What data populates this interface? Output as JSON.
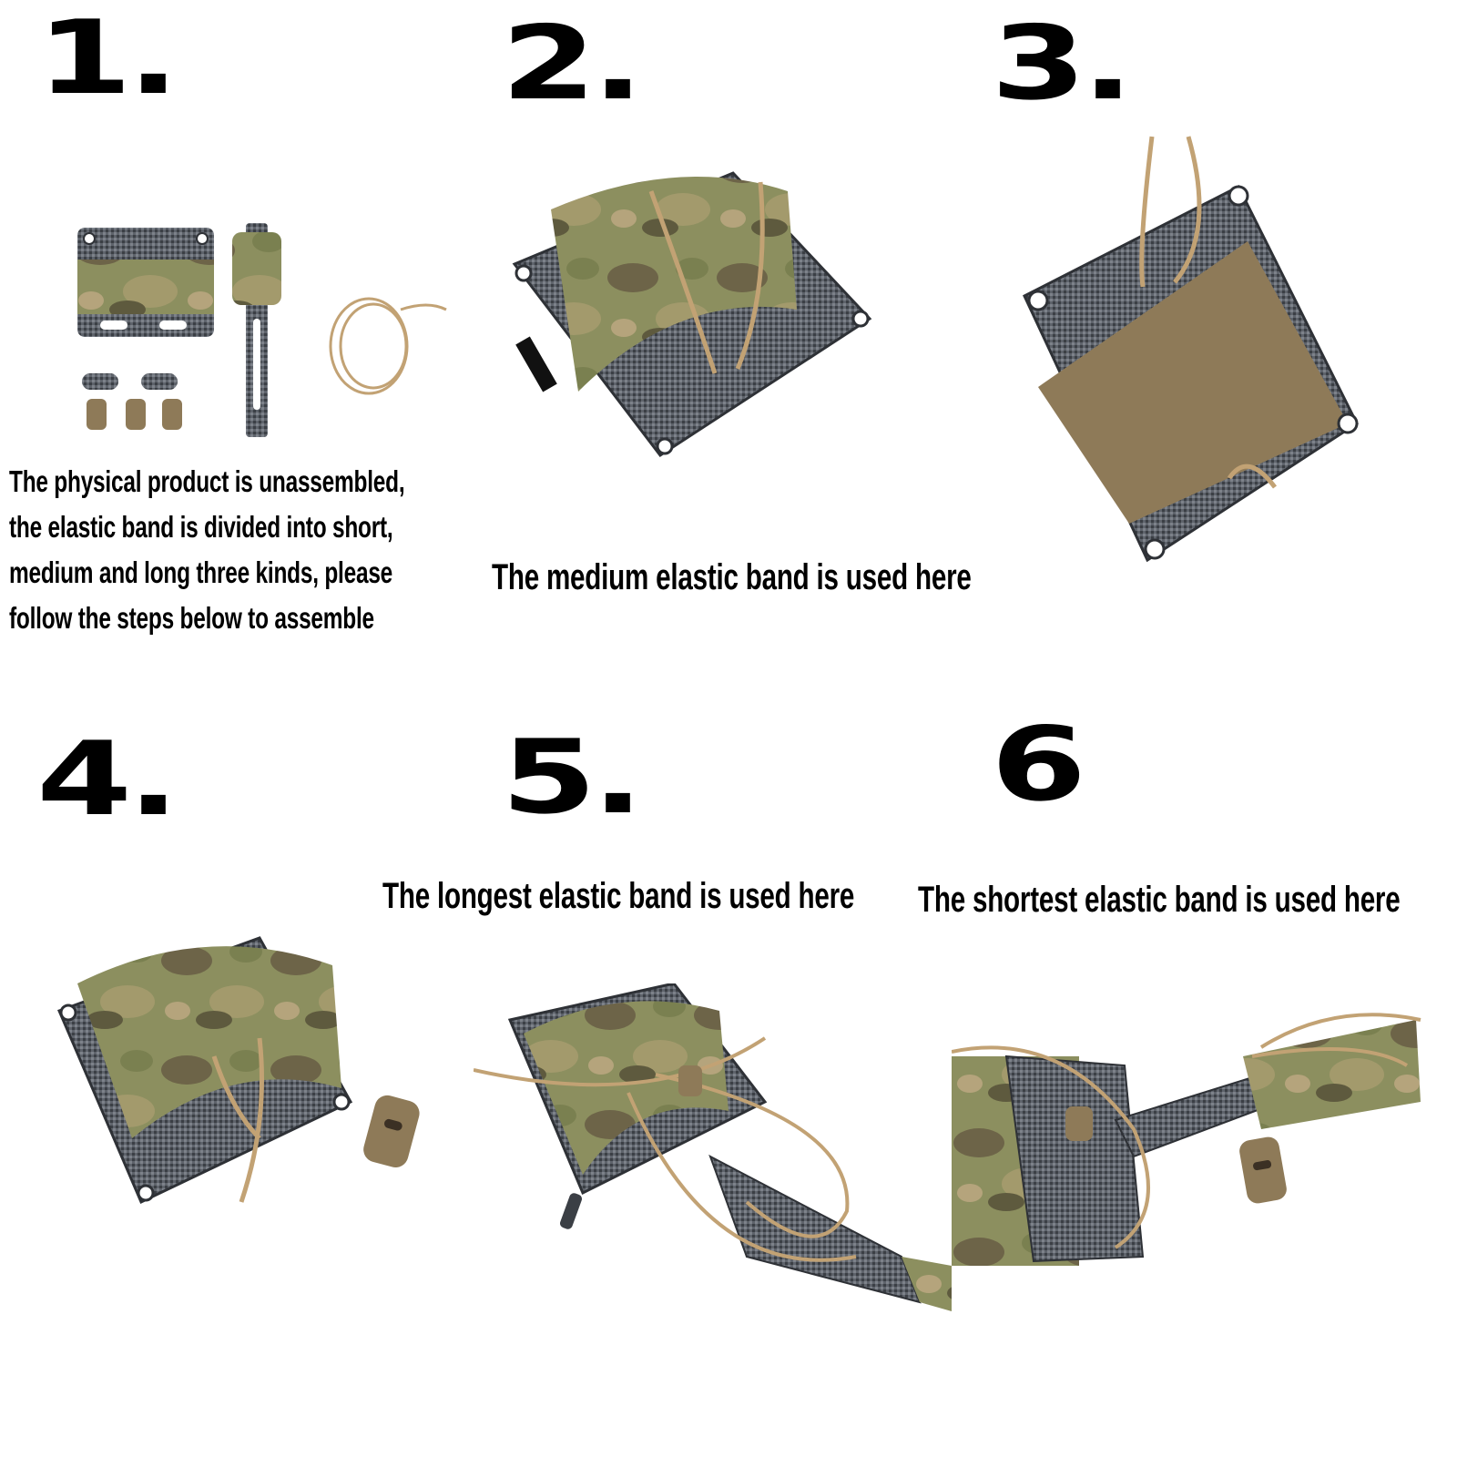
{
  "steps": [
    {
      "number": "1.",
      "caption_lines": [
        "The physical product is unassembled,",
        "the elastic band is divided into short,",
        "medium and long three kinds, please",
        "follow the steps below to assemble"
      ]
    },
    {
      "number": "2.",
      "caption": "The medium elastic band is used here"
    },
    {
      "number": "3."
    },
    {
      "number": "4."
    },
    {
      "number": "5.",
      "caption": "The longest elastic band is used here"
    },
    {
      "number": "6",
      "caption": "The shortest elastic band is used here"
    }
  ],
  "colors": {
    "text": "#000000",
    "plate_gray": "#5a5f66",
    "plate_dark": "#2e3136",
    "camo_green": "#8c8f5f",
    "camo_brown": "#7a6a4e",
    "camo_tan": "#b5a47c",
    "cord_tan": "#c2a274",
    "velcro_coyote": "#8e7a58"
  }
}
